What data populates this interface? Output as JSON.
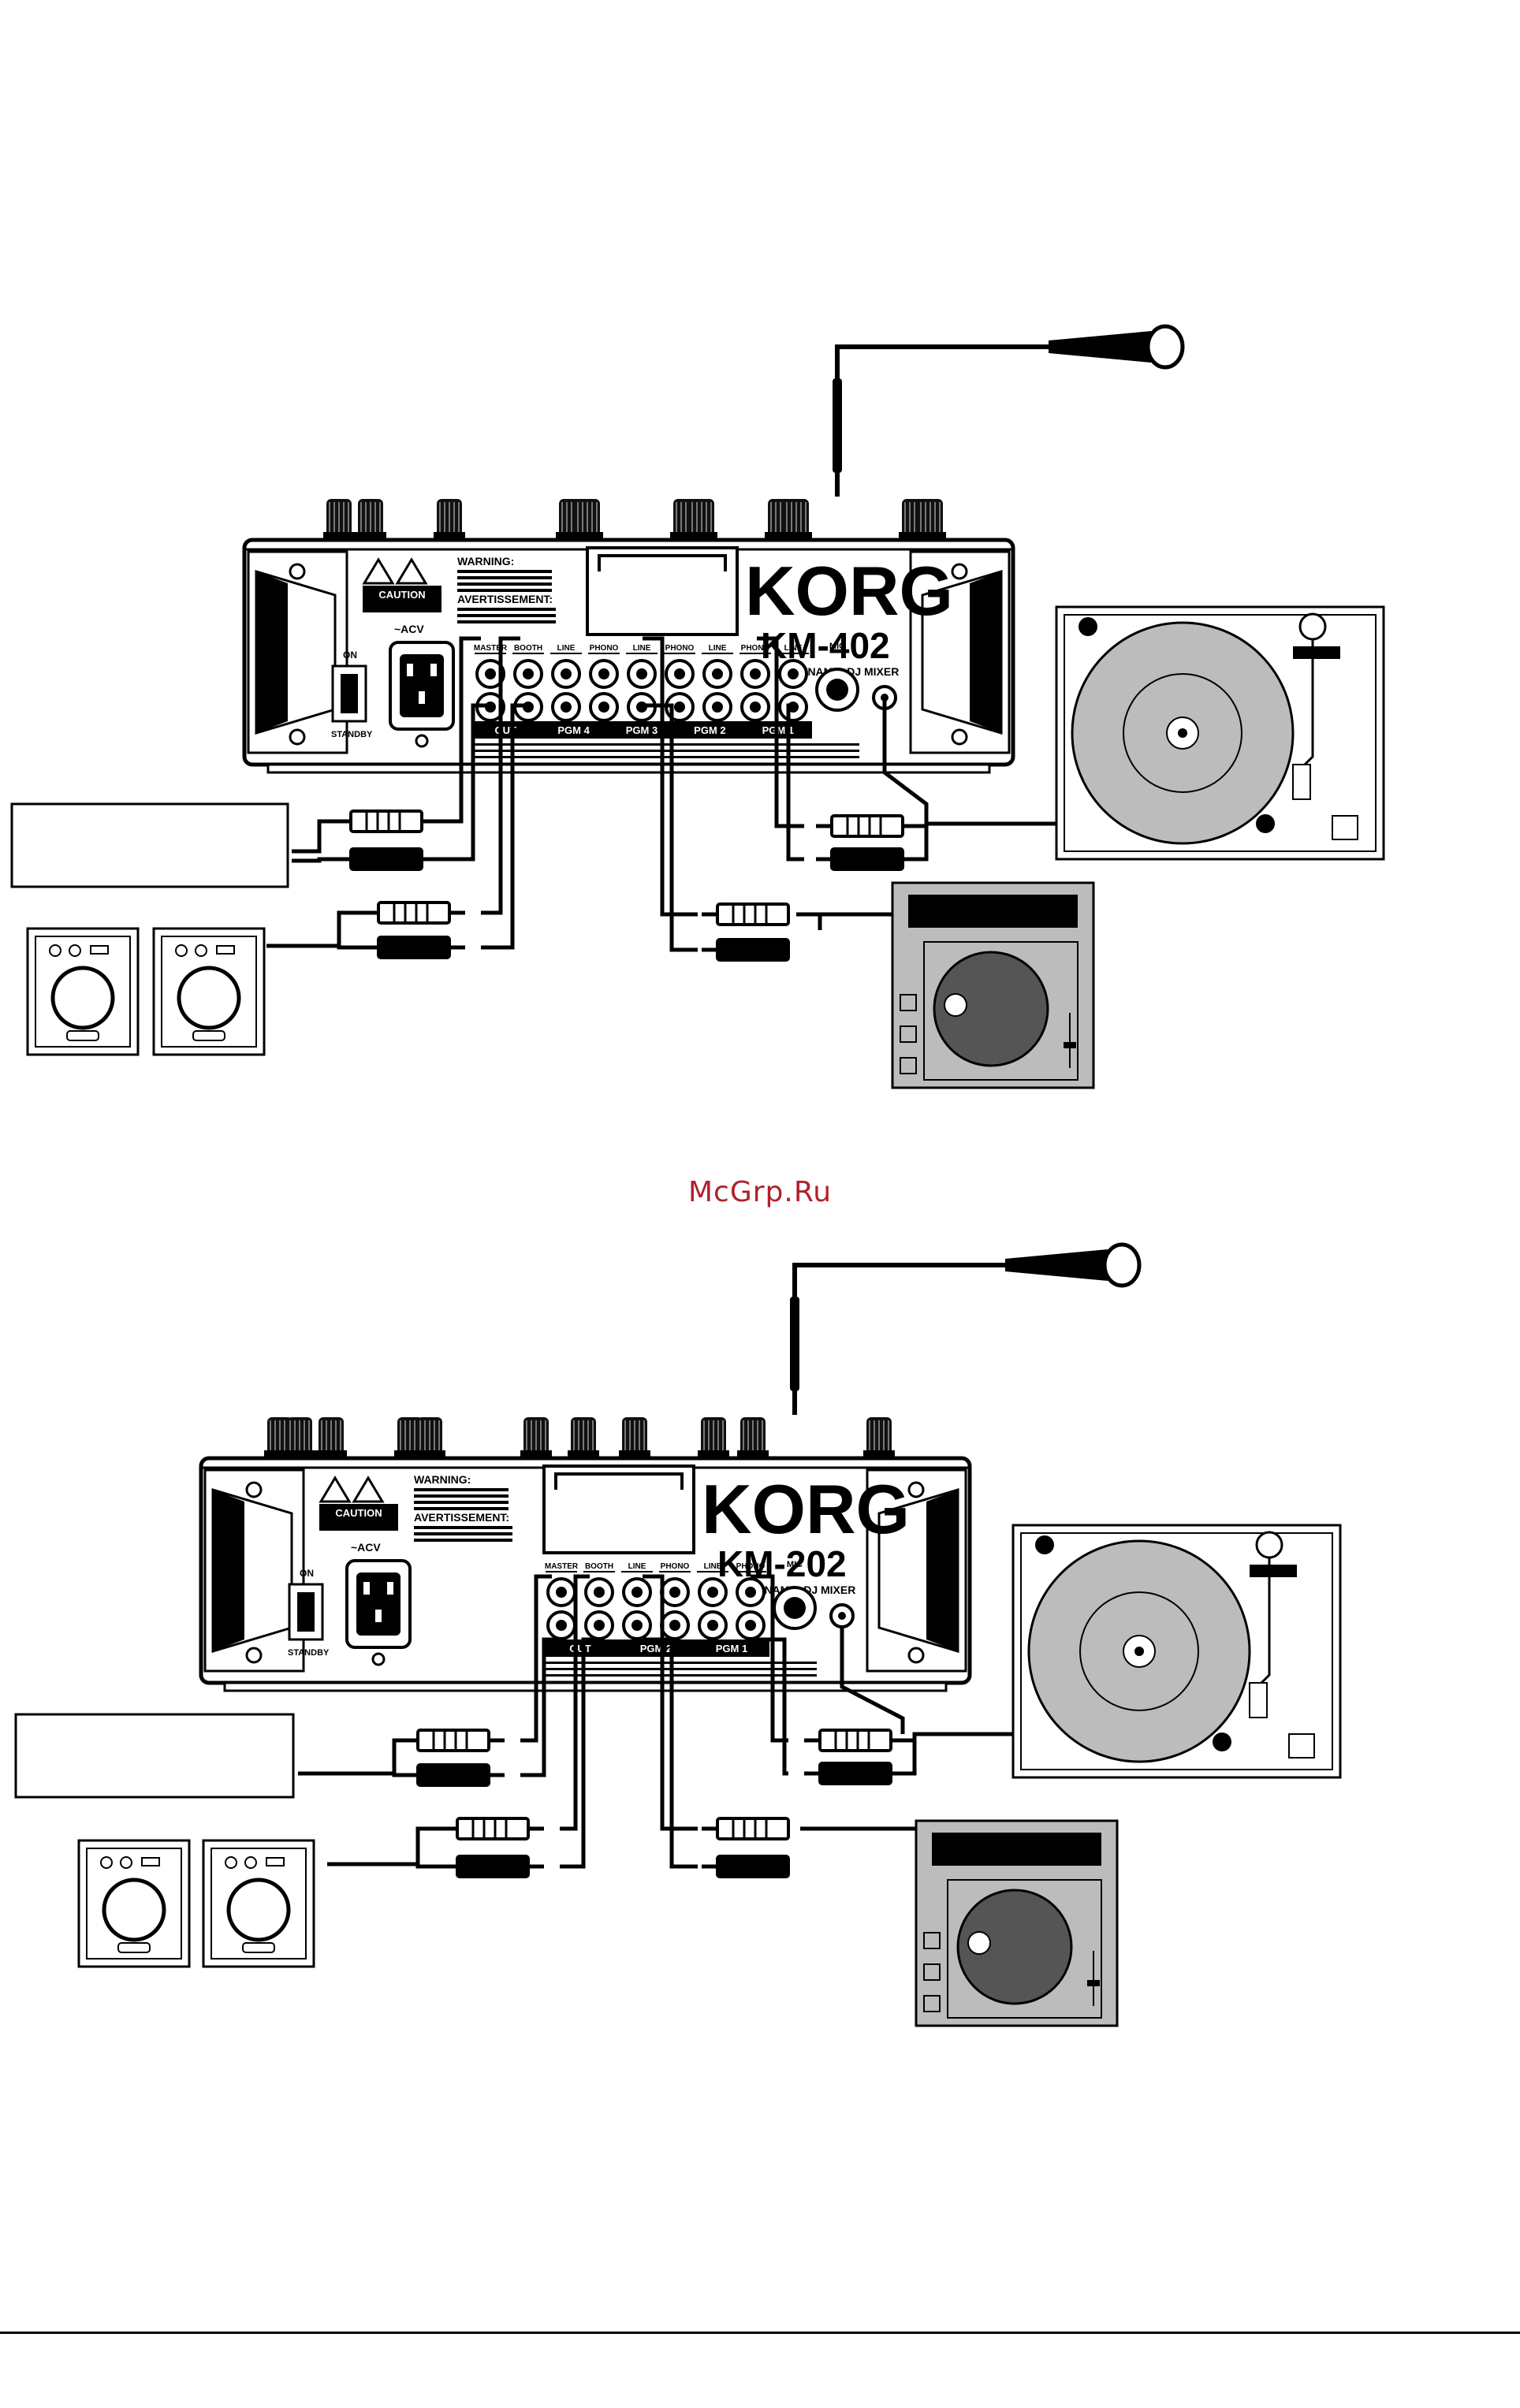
{
  "watermark": "McGrp.Ru",
  "diagrams": [
    {
      "brand": "KORG",
      "model": "KM-402",
      "subtitle": "DYNAMIC DJ MIXER",
      "warning": "WARNING:",
      "caution": "CAUTION",
      "avertissement": "AVERTISSEMENT:",
      "acv": "~ACV",
      "on": "ON",
      "standby": "STANDBY",
      "jack_labels": [
        "MASTER",
        "BOOTH",
        "LINE",
        "PHONO",
        "LINE",
        "PHONO",
        "LINE",
        "PHONO",
        "LINE"
      ],
      "section_labels": [
        "OUT",
        "PGM 4",
        "PGM 3",
        "PGM 2",
        "PGM 1"
      ],
      "mic": "MIC"
    },
    {
      "brand": "KORG",
      "model": "KM-202",
      "subtitle": "DYNAMIC DJ MIXER",
      "warning": "WARNING:",
      "caution": "CAUTION",
      "avertissement": "AVERTISSEMENT:",
      "acv": "~ACV",
      "on": "ON",
      "standby": "STANDBY",
      "jack_labels": [
        "MASTER",
        "BOOTH",
        "LINE",
        "PHONO",
        "LINE",
        "PHONO"
      ],
      "section_labels": [
        "OUT",
        "PGM 2",
        "PGM 1"
      ],
      "mic": "MIC"
    }
  ]
}
